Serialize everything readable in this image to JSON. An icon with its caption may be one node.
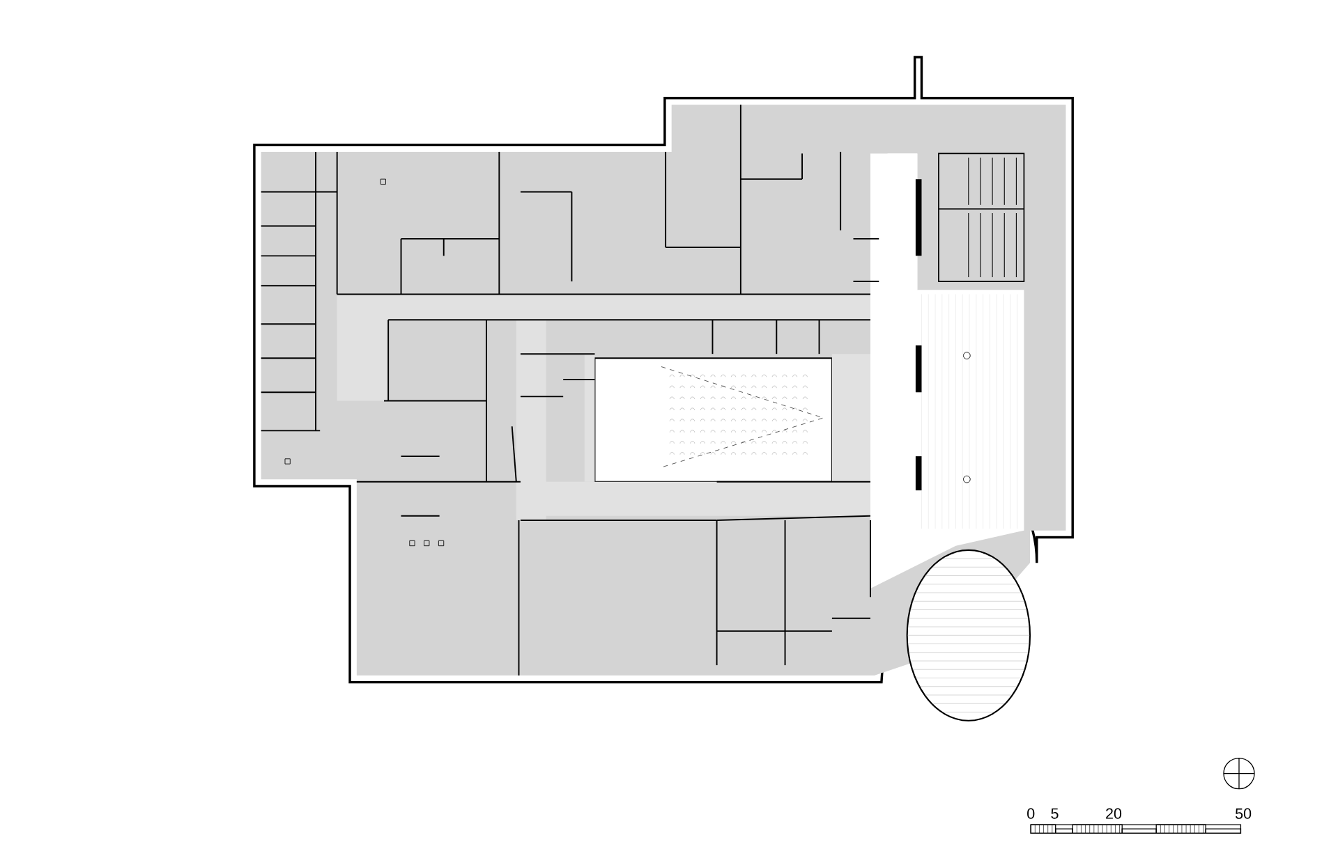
{
  "diagram": {
    "labels": [
      "0",
      "5",
      "20",
      "50"
    ]
  }
}
